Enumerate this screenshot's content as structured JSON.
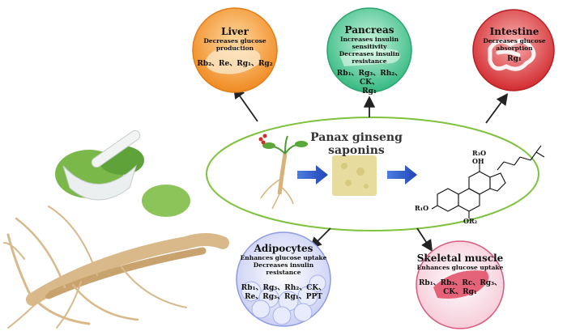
{
  "center": {
    "title": "Panax ginseng saponins"
  },
  "organs": {
    "liver": {
      "title": "Liver",
      "effect": "Decreases glucose production",
      "compounds": "Rb₂、Re、Rg₁、Rg₂",
      "color": "#f39a36"
    },
    "pancreas": {
      "title": "Pancreas",
      "effect1": "Increases insulin sensitivity",
      "effect2": "Decreases insulin resistance",
      "compounds1": "Rb₁、Rg₃、Rh₂、CK、",
      "compounds2": "Rg₁",
      "color": "#3cc08a"
    },
    "intestine": {
      "title": "Intestine",
      "effect": "Decreases glucose absorption",
      "compounds": "Rg₁",
      "color": "#d9353a"
    },
    "adipocytes": {
      "title": "Adipocytes",
      "effect1": "Enhances glucose uptake",
      "effect2": "Decreases insulin resistance",
      "compounds1": "Rb₁、Rg₃、Rh₂、CK、",
      "compounds2": "Re、Rg₃、Rg₁、PPT",
      "color": "#9aa7e8"
    },
    "skeletal": {
      "title": "Skeletal muscle",
      "effect": "Enhances glucose uptake",
      "compounds1": "Rb₁、Rb₃、Rc、Rg₃、",
      "compounds2": "CK、Rg₁",
      "color": "#e8779a"
    }
  },
  "structure": {
    "r3o": "R₃O",
    "oh": "OH",
    "r1o": "R₁O",
    "or2": "OR₂"
  }
}
